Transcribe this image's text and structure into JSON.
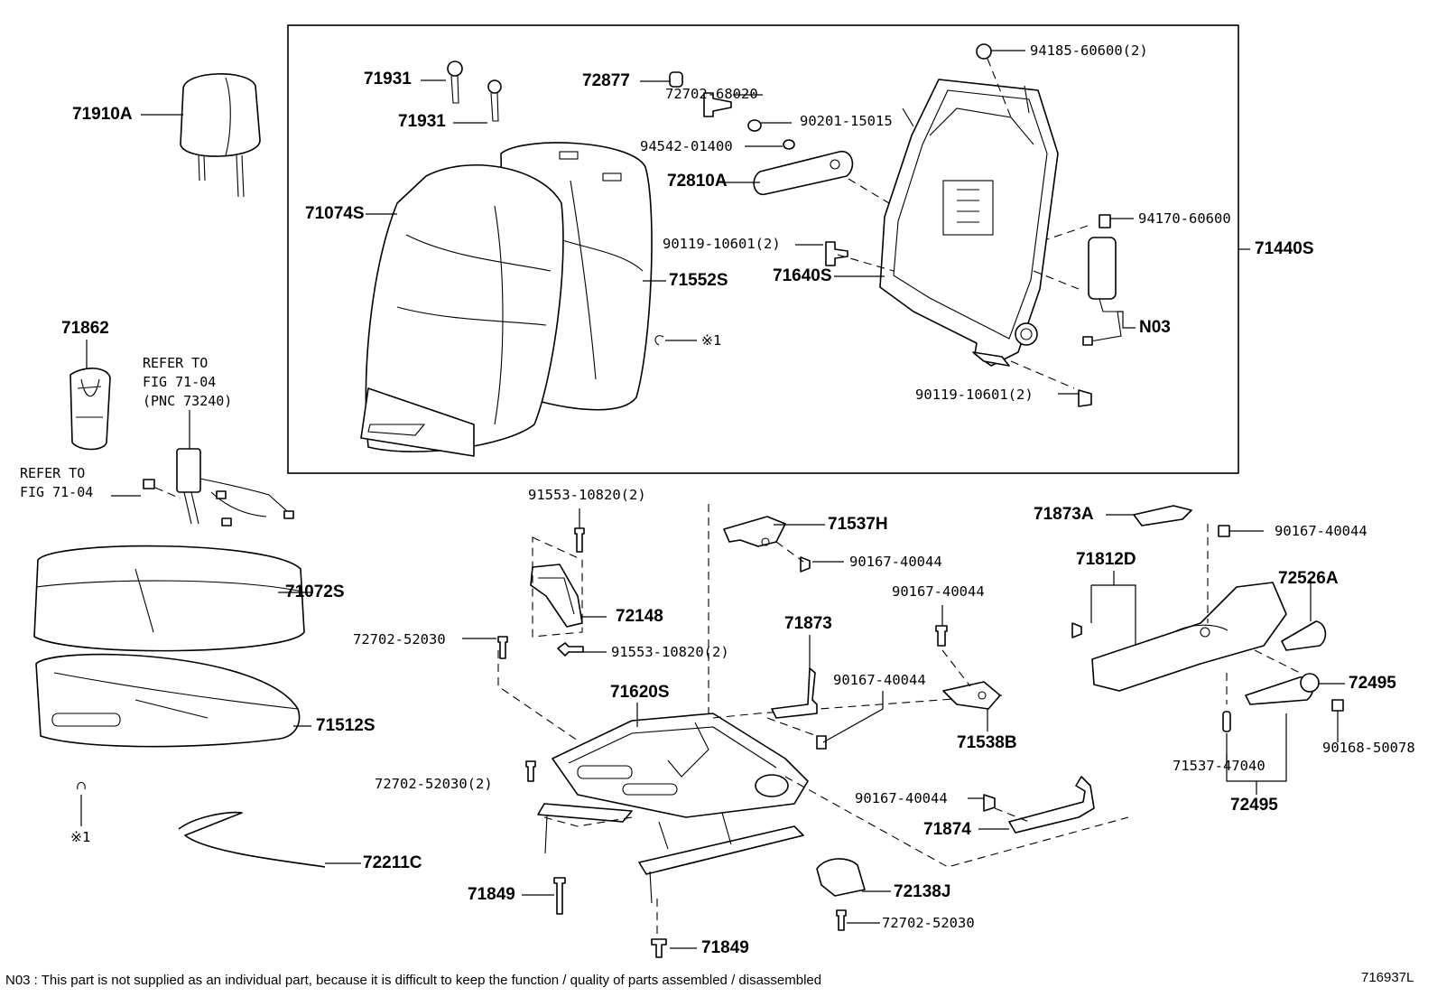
{
  "labels": {
    "p71910A": "71910A",
    "p71931a": "71931",
    "p71931b": "71931",
    "p72877": "72877",
    "p72702_68020": "72702-68020",
    "p90201_15015": "90201-15015",
    "p94542_01400": "94542-01400",
    "p72810A": "72810A",
    "p94185_60600": "94185-60600(2)",
    "p71074S": "71074S",
    "p71552S": "71552S",
    "p90119_10601a": "90119-10601(2)",
    "p71640S": "71640S",
    "p94170_60600": "94170-60600",
    "p71440S": "71440S",
    "pN03": "N03",
    "p90119_10601b": "90119-10601(2)",
    "pStar1a": "※1",
    "p71862": "71862",
    "p91553_10820a": "91553-10820(2)",
    "p71537H": "71537H",
    "p71873A": "71873A",
    "p90167_40044a": "90167-40044",
    "p90167_40044b": "90167-40044",
    "p90167_40044c": "90167-40044",
    "p71812D": "71812D",
    "p72526A": "72526A",
    "p71072S": "71072S",
    "p72148": "72148",
    "p72702_52030a": "72702-52030",
    "p91553_10820b": "91553-10820(2)",
    "p71873": "71873",
    "p90167_40044d": "90167-40044",
    "p72495a": "72495",
    "p71620S": "71620S",
    "p71512S": "71512S",
    "p71538B": "71538B",
    "p90168_50078": "90168-50078",
    "p71537_47040": "71537-47040",
    "p72702_52030b": "72702-52030(2)",
    "p72495b": "72495",
    "p90167_40044e": "90167-40044",
    "p71874": "71874",
    "pStar1b": "※1",
    "p72211C": "72211C",
    "p72138J": "72138J",
    "p71849a": "71849",
    "p72702_52030c": "72702-52030",
    "p71849b": "71849"
  },
  "references": {
    "belt_ref": [
      "REFER TO",
      "FIG 71-04",
      "(PNC 73240)"
    ],
    "bolt_ref": [
      "REFER TO",
      "FIG 71-04"
    ]
  },
  "footer": {
    "note": "N03 : This part is not supplied as an individual part, because it is difficult to keep the function / quality of parts assembled / disassembled",
    "figure_code": "716937L"
  }
}
